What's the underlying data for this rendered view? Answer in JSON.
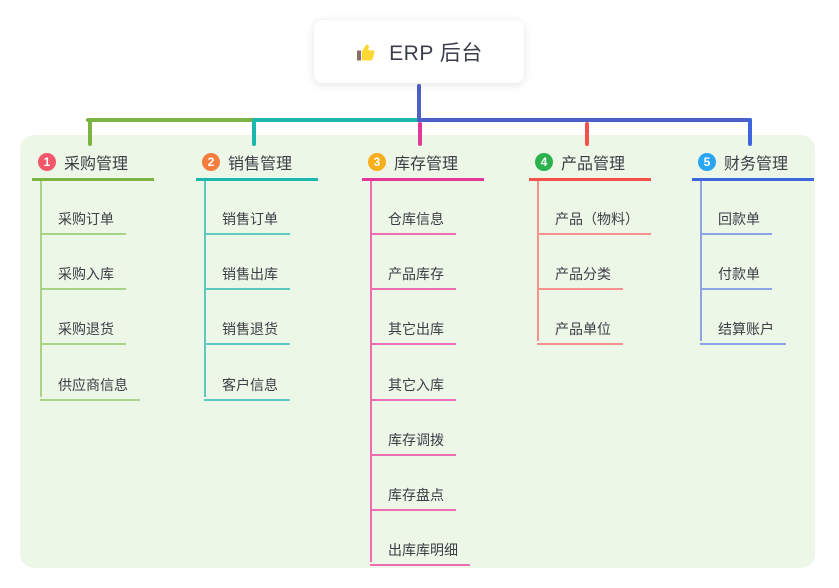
{
  "root": {
    "title": "ERP 后台",
    "icon": "thumbs-up",
    "line_color": "#4f5fc8"
  },
  "connectors": {
    "bus_left_color": "#7cb342",
    "bus_mid_color": "#1cb8ae",
    "bus_right_color": "#4f5fc8"
  },
  "colors": {
    "panel_bg": "#ecf7e8",
    "card_bg": "#ffffff",
    "text": "#3d3d44"
  },
  "branches": [
    {
      "badge": "1",
      "badge_color": "#f2566b",
      "label": "采购管理",
      "line_color": "#7cb342",
      "child_line_color": "#a9d487",
      "children": [
        "采购订单",
        "采购入库",
        "采购退货",
        "供应商信息"
      ]
    },
    {
      "badge": "2",
      "badge_color": "#f57e3e",
      "label": "销售管理",
      "line_color": "#1cb8ae",
      "child_line_color": "#5ec8c0",
      "children": [
        "销售订单",
        "销售出库",
        "销售退货",
        "客户信息"
      ]
    },
    {
      "badge": "3",
      "badge_color": "#f9ae1b",
      "label": "库存管理",
      "line_color": "#e23897",
      "child_line_color": "#ee6cb3",
      "children": [
        "仓库信息",
        "产品库存",
        "其它出库",
        "其它入库",
        "库存调拨",
        "库存盘点",
        "出库库明细"
      ]
    },
    {
      "badge": "4",
      "badge_color": "#2bb24c",
      "label": "产品管理",
      "line_color": "#f4514d",
      "child_line_color": "#f8918e",
      "children": [
        "产品（物料）",
        "产品分类",
        "产品单位"
      ]
    },
    {
      "badge": "5",
      "badge_color": "#2aa5f2",
      "label": "财务管理",
      "line_color": "#3d66dd",
      "child_line_color": "#8ca4e6",
      "children": [
        "回款单",
        "付款单",
        "结算账户"
      ]
    }
  ]
}
